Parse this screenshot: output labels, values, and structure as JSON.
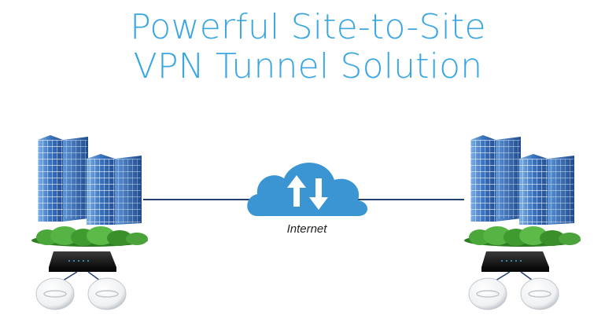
{
  "title": {
    "line1": "Powerful Site-to-Site",
    "line2": "VPN Tunnel Solution"
  },
  "cloud": {
    "label": "Internet",
    "icon": "up-down-arrows-icon"
  },
  "sites": [
    {
      "name": "site-left",
      "icons": [
        "office-building-icon",
        "office-building-icon",
        "router-icon",
        "access-point-icon",
        "access-point-icon"
      ]
    },
    {
      "name": "site-right",
      "icons": [
        "office-building-icon",
        "office-building-icon",
        "router-icon",
        "access-point-icon",
        "access-point-icon"
      ]
    }
  ],
  "colors": {
    "title": "#3aa7e3",
    "cloud": "#3b95d3",
    "link": "#25406e",
    "building": "#3a6fb5",
    "shrub": "#3e9a2e",
    "router": "#1c1c1c"
  }
}
